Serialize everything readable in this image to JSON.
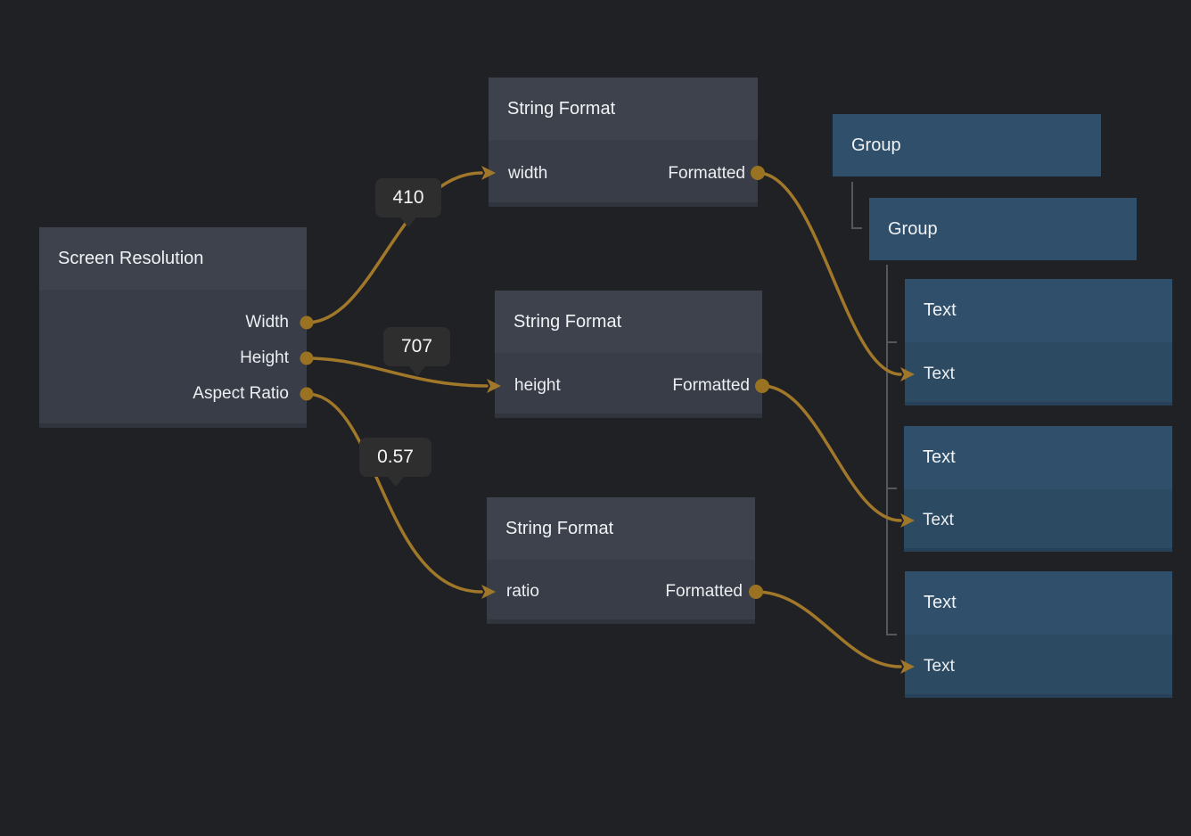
{
  "colors": {
    "background": "#202124",
    "node_header_gray": "#3d424d",
    "node_body_gray": "#383d47",
    "node_header_blue": "#2f4f6a",
    "node_body_blue": "#2c4a62",
    "wire": "#a1782a",
    "port": "#9a7322",
    "badge_background": "#2e2e2e",
    "tree_line": "#56575b"
  },
  "nodes": {
    "screen_resolution": {
      "title": "Screen Resolution",
      "outputs": [
        "Width",
        "Height",
        "Aspect Ratio"
      ]
    },
    "string_format_width": {
      "title": "String Format",
      "input": "width",
      "output": "Formatted"
    },
    "string_format_height": {
      "title": "String Format",
      "input": "height",
      "output": "Formatted"
    },
    "string_format_ratio": {
      "title": "String Format",
      "input": "ratio",
      "output": "Formatted"
    },
    "group_outer": {
      "title": "Group"
    },
    "group_inner": {
      "title": "Group"
    },
    "text_width": {
      "title": "Text",
      "input": "Text"
    },
    "text_height": {
      "title": "Text",
      "input": "Text"
    },
    "text_ratio": {
      "title": "Text",
      "input": "Text"
    }
  },
  "wire_values": {
    "width": "410",
    "height": "707",
    "ratio": "0.57"
  }
}
